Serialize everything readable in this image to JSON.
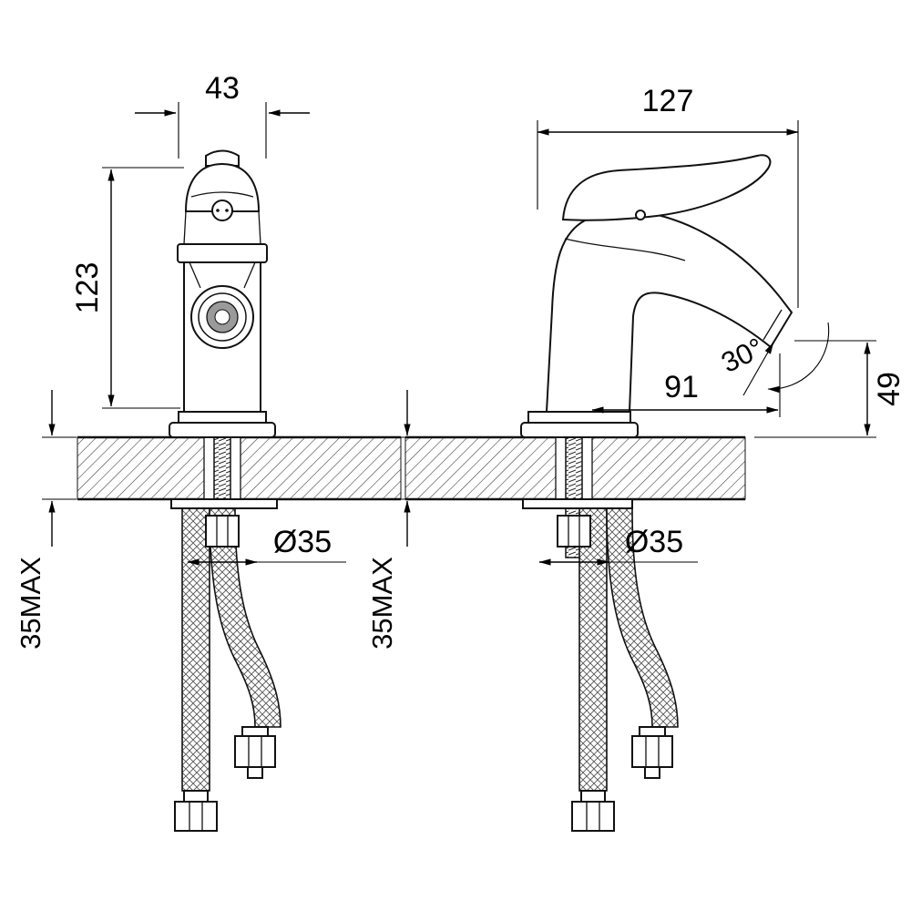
{
  "labels": {
    "front": {
      "width": "43",
      "height": "123",
      "hole": "Ø35",
      "mount": "35MAX"
    },
    "side": {
      "length": "127",
      "reach": "91",
      "angle": "30°",
      "height": "49",
      "hole": "Ø35",
      "mount": "35MAX"
    }
  }
}
